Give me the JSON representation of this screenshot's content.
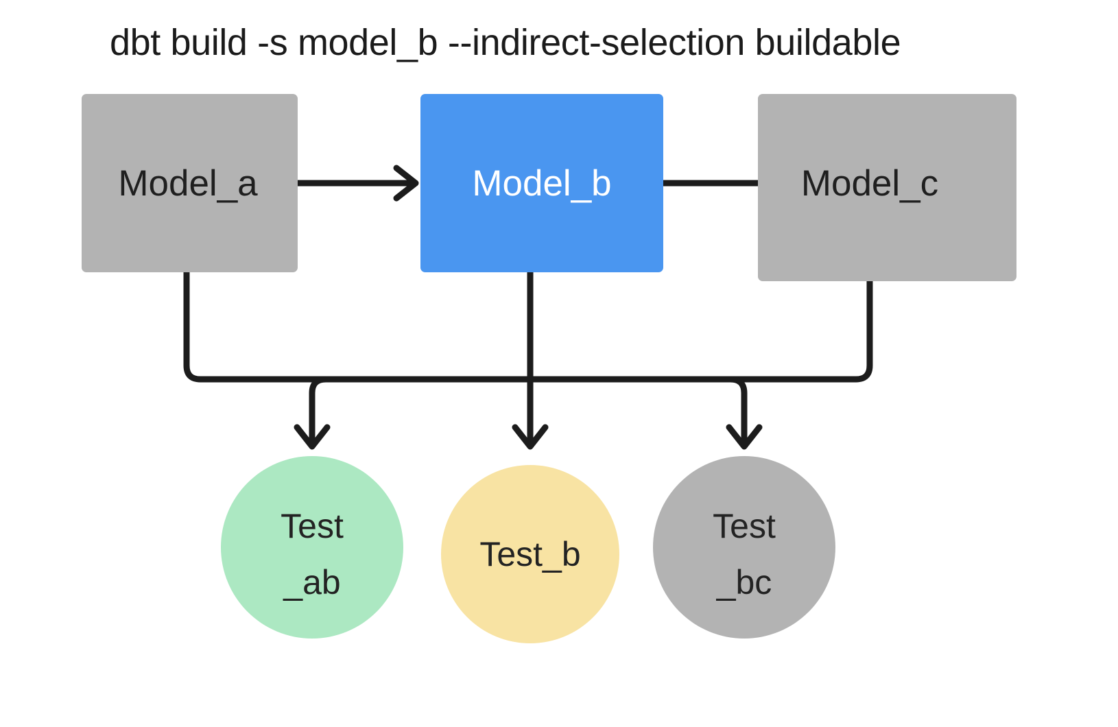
{
  "title": "dbt build -s model_b --indirect-selection buildable",
  "colors": {
    "background": "#ffffff",
    "model_gray": "#b3b3b3",
    "model_selected_blue": "#4a96f0",
    "test_green": "#ace8c2",
    "test_yellow": "#f8e3a3",
    "test_gray": "#b3b3b3",
    "edge": "#1c1c1c",
    "text_dark": "#1f1f1f",
    "text_light": "#ffffff"
  },
  "models": [
    {
      "id": "model_a",
      "label": "Model_a",
      "shape": "rectangle",
      "state": "unselected",
      "fill": "#b3b3b3",
      "text_color": "#1f1f1f"
    },
    {
      "id": "model_b",
      "label": "Model_b",
      "shape": "rectangle",
      "state": "selected",
      "fill": "#4a96f0",
      "text_color": "#ffffff"
    },
    {
      "id": "model_c",
      "label": "Model_c",
      "shape": "rectangle",
      "state": "unselected",
      "fill": "#b3b3b3",
      "text_color": "#1f1f1f"
    }
  ],
  "tests": [
    {
      "id": "test_ab",
      "label": "Test_ab",
      "line1": "Test",
      "line2": "_ab",
      "shape": "circle",
      "state": "selected",
      "fill": "#ace8c2",
      "text_color": "#232323"
    },
    {
      "id": "test_b",
      "label": "Test_b",
      "line1": "Test_b",
      "line2": "",
      "shape": "circle",
      "state": "selected",
      "fill": "#f8e3a3",
      "text_color": "#232323"
    },
    {
      "id": "test_bc",
      "label": "Test_bc",
      "line1": "Test",
      "line2": "_bc",
      "shape": "circle",
      "state": "unselected",
      "fill": "#b3b3b3",
      "text_color": "#232323"
    }
  ],
  "edges": [
    {
      "id": "a-to-b",
      "from": "model_a",
      "to": "model_b"
    },
    {
      "id": "b-to-c",
      "from": "model_b",
      "to": "model_c"
    },
    {
      "id": "a-to-test-ab",
      "from": "model_a",
      "to": "test_ab"
    },
    {
      "id": "b-to-test-ab",
      "from": "model_b",
      "to": "test_ab"
    },
    {
      "id": "b-to-test-b",
      "from": "model_b",
      "to": "test_b"
    },
    {
      "id": "b-to-test-bc",
      "from": "model_b",
      "to": "test_bc"
    },
    {
      "id": "c-to-test-bc",
      "from": "model_c",
      "to": "test_bc"
    }
  ]
}
